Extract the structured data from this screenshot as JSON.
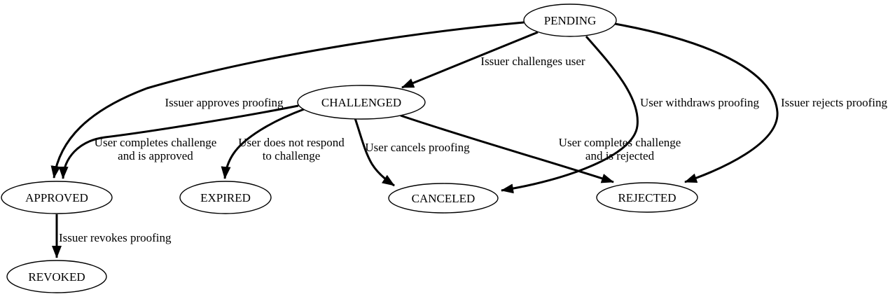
{
  "diagram": {
    "kind": "state-machine-graph",
    "colors": {
      "background": "#ffffff",
      "node_fill": "#ffffff",
      "stroke": "#000000",
      "text": "#000000"
    },
    "nodes": [
      {
        "id": "pending",
        "label": "PENDING"
      },
      {
        "id": "challenged",
        "label": "CHALLENGED"
      },
      {
        "id": "approved",
        "label": "APPROVED"
      },
      {
        "id": "expired",
        "label": "EXPIRED"
      },
      {
        "id": "canceled",
        "label": "CANCELED"
      },
      {
        "id": "rejected",
        "label": "REJECTED"
      },
      {
        "id": "revoked",
        "label": "REVOKED"
      }
    ],
    "edges": [
      {
        "from": "PENDING",
        "to": "CHALLENGED",
        "label": "Issuer challenges user",
        "lines": [
          "Issuer challenges user"
        ]
      },
      {
        "from": "PENDING",
        "to": "APPROVED",
        "label": "Issuer approves proofing",
        "lines": [
          "Issuer approves proofing"
        ]
      },
      {
        "from": "PENDING",
        "to": "CANCELED",
        "label": "User withdraws proofing",
        "lines": [
          "User withdraws proofing"
        ]
      },
      {
        "from": "PENDING",
        "to": "REJECTED",
        "label": "Issuer rejects proofing",
        "lines": [
          "Issuer rejects proofing"
        ]
      },
      {
        "from": "CHALLENGED",
        "to": "APPROVED",
        "label": "User completes challenge and is approved",
        "lines": [
          "User completes challenge",
          "and is approved"
        ]
      },
      {
        "from": "CHALLENGED",
        "to": "EXPIRED",
        "label": "User does not respond to challenge",
        "lines": [
          "User does not respond",
          "to challenge"
        ]
      },
      {
        "from": "CHALLENGED",
        "to": "CANCELED",
        "label": "User cancels proofing",
        "lines": [
          "User cancels proofing"
        ]
      },
      {
        "from": "CHALLENGED",
        "to": "REJECTED",
        "label": "User completes challenge and is rejected",
        "lines": [
          "User completes challenge",
          "and is rejected"
        ]
      },
      {
        "from": "APPROVED",
        "to": "REVOKED",
        "label": "Issuer revokes proofing",
        "lines": [
          "Issuer revokes proofing"
        ]
      }
    ]
  }
}
